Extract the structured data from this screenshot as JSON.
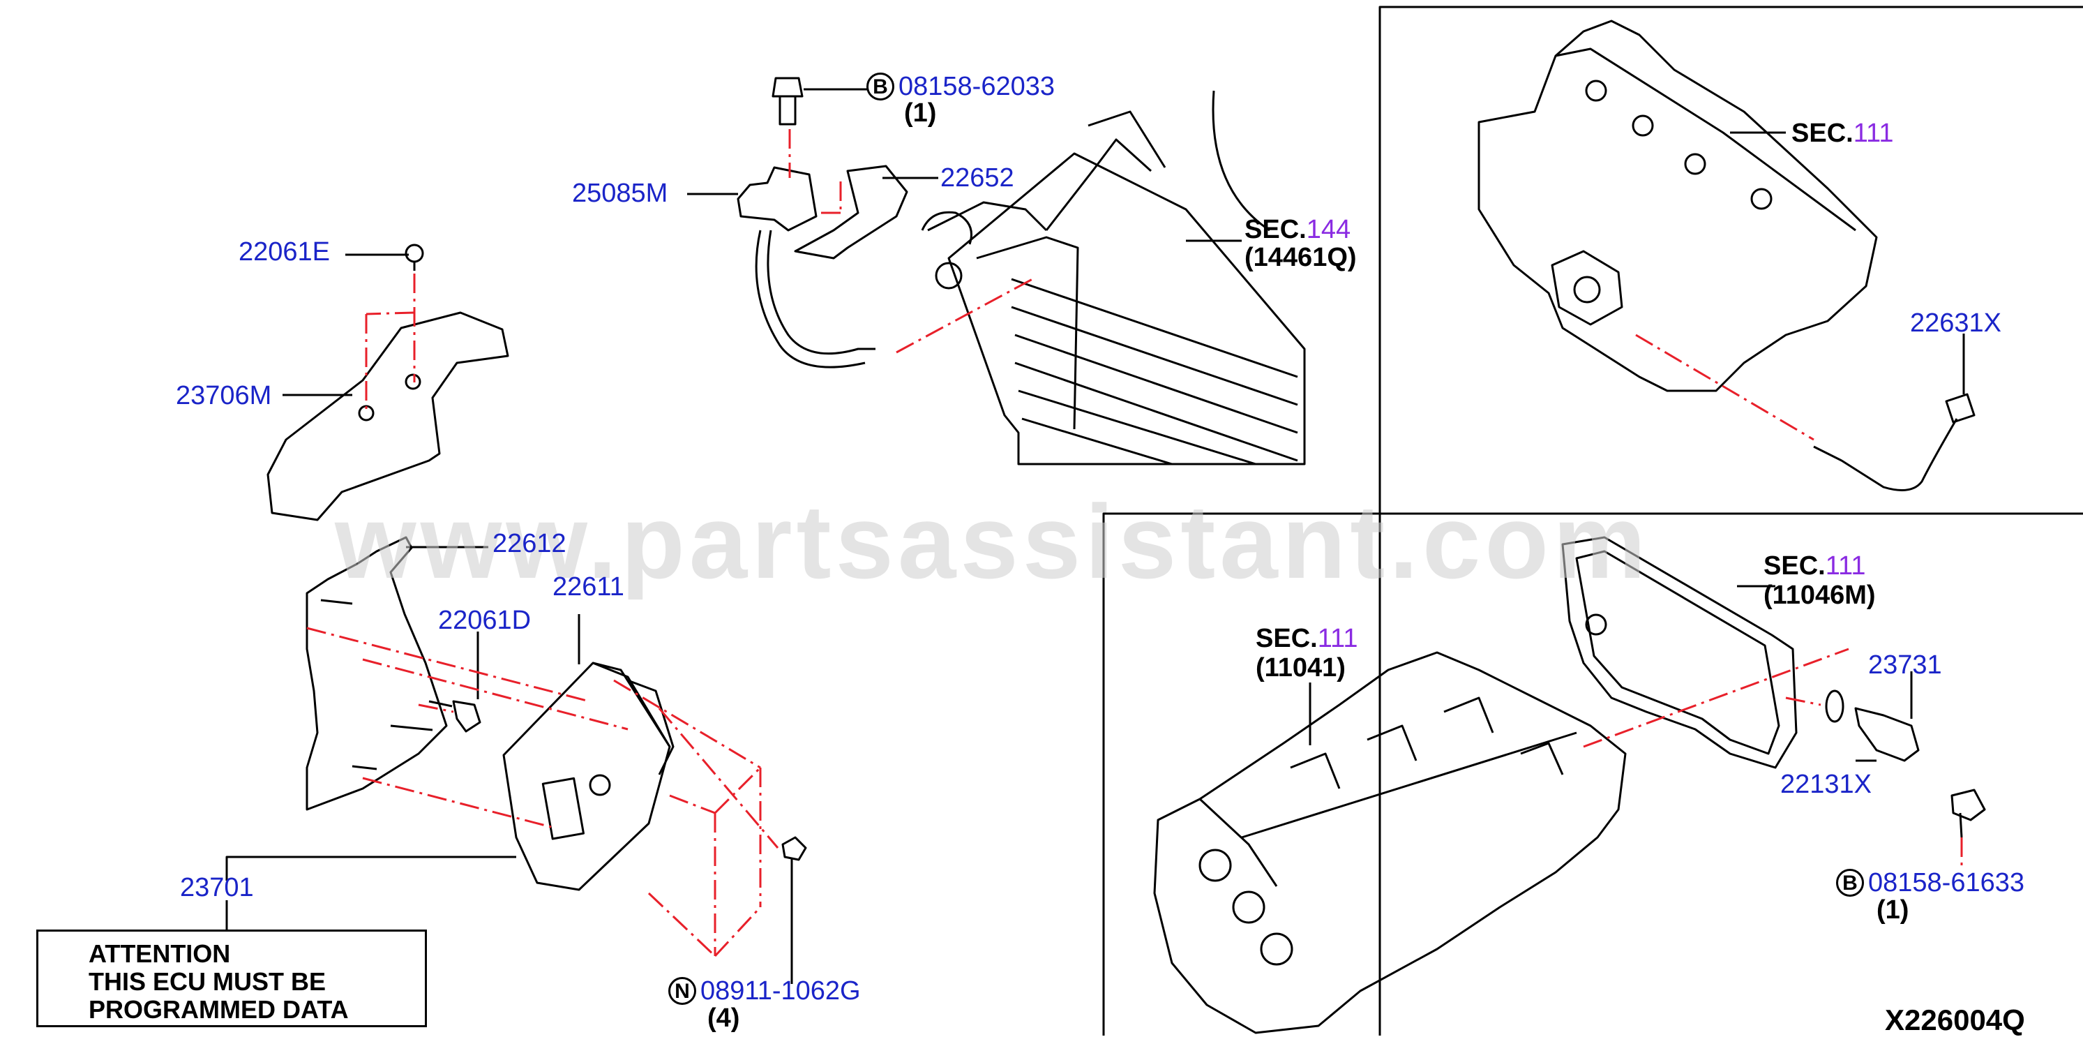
{
  "watermark": "www.partsassistant.com",
  "diagram_code": "X226004Q",
  "attention": {
    "line1": "ATTENTION",
    "line2": "THIS ECU MUST BE",
    "line3": "PROGRAMMED DATA"
  },
  "parts": {
    "p22061E": "22061E",
    "p23706M": "23706M",
    "p22612": "22612",
    "p22611": "22611",
    "p22061D": "22061D",
    "p23701": "23701",
    "p25085M": "25085M",
    "p22652": "22652",
    "p22631X": "22631X",
    "p23731": "23731",
    "p22131X": "22131X"
  },
  "bolts": {
    "b1": {
      "badge": "B",
      "number": "08158-62033",
      "qty": "(1)"
    },
    "b2": {
      "badge": "B",
      "number": "08158-61633",
      "qty": "(1)"
    },
    "n1": {
      "badge": "N",
      "number": "08911-1062G",
      "qty": "(4)"
    }
  },
  "sections": {
    "s144": {
      "label": "SEC.",
      "num": "144",
      "ref": "(14461Q)"
    },
    "s111a": {
      "label": "SEC.",
      "num": "111"
    },
    "s111b": {
      "label": "SEC.",
      "num": "111",
      "ref": "(11046M)"
    },
    "s111c": {
      "label": "SEC.",
      "num": "111",
      "ref": "(11041)"
    }
  },
  "colors": {
    "part_number": "#1a24c8",
    "section_number": "#8a2be2",
    "leader_dash": "#e8202a"
  }
}
